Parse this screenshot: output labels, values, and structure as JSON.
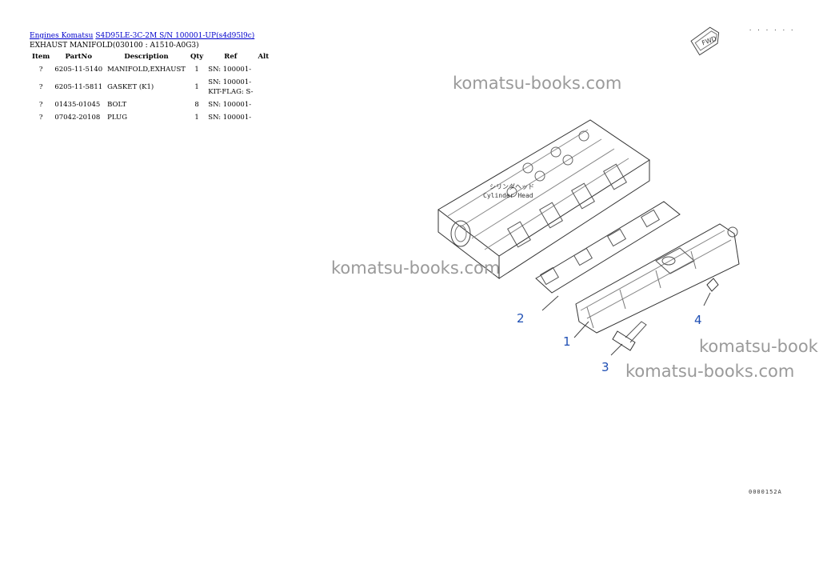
{
  "breadcrumb": {
    "engines": "Engines Komatsu",
    "model": "S4D95LE-3C-2M S/N 100001-UP(s4d95l9c)"
  },
  "page_title": "EXHAUST MANIFOLD(030100 : A1510-A0G3)",
  "table": {
    "headers": {
      "item": "Item",
      "partno": "PartNo",
      "description": "Description",
      "qty": "Qty",
      "ref": "Ref",
      "alt": "Alt"
    },
    "rows": [
      {
        "item": "?",
        "partno": "6205-11-5140",
        "description": "MANIFOLD,EXHAUST",
        "qty": "1",
        "ref": "SN: 100001-",
        "ref2": "",
        "alt": ""
      },
      {
        "item": "?",
        "partno": "6205-11-5811",
        "description": "GASKET (K1)",
        "qty": "1",
        "ref": "SN: 100001-",
        "ref2": "KIT-FLAG: S-",
        "alt": ""
      },
      {
        "item": "?",
        "partno": "01435-01045",
        "description": "BOLT",
        "qty": "8",
        "ref": "SN: 100001-",
        "ref2": "",
        "alt": ""
      },
      {
        "item": "?",
        "partno": "07042-20108",
        "description": "PLUG",
        "qty": "1",
        "ref": "SN: 100001-",
        "ref2": "",
        "alt": ""
      }
    ]
  },
  "diagram": {
    "fwd_label": "FWD",
    "head_label_jp": "シリンダヘッド",
    "head_label_en": "Cylinder Head",
    "callouts": [
      "2",
      "1",
      "4",
      "3"
    ],
    "top_code": "· · · · · ·",
    "bottom_code": "0000152A"
  },
  "watermarks": [
    "komatsu-books.com",
    "komatsu-books.com",
    "komatsu-books.com",
    "komatsu-books.com"
  ],
  "colors": {
    "link": "#0000cc",
    "callout": "#1f4fb4",
    "watermark": "#9a9a9a"
  }
}
